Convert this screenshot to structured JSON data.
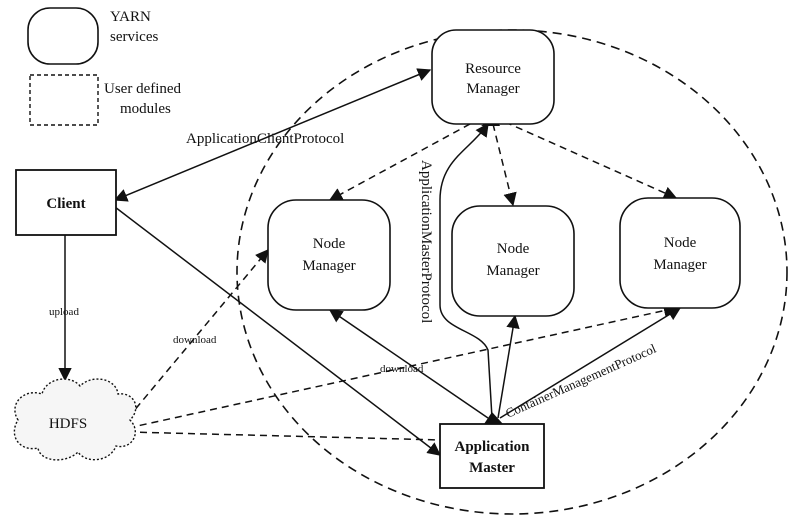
{
  "legend": {
    "yarn_label_1": "YARN",
    "yarn_label_2": "services",
    "user_label_1": "User defined",
    "user_label_2": "modules"
  },
  "nodes": {
    "resource_manager_1": "Resource",
    "resource_manager_2": "Manager",
    "node_manager_1": "Node",
    "node_manager_2": "Manager",
    "client": "Client",
    "application_master_1": "Application",
    "application_master_2": "Master",
    "hdfs": "HDFS"
  },
  "edges": {
    "application_client_protocol": "ApplicationClientProtocol",
    "application_master_protocol": "ApplicationMasterProtocol",
    "container_management_protocol": "ContainerManagementProtocol",
    "upload": "upload",
    "download_left": "download",
    "download_mid": "download"
  }
}
